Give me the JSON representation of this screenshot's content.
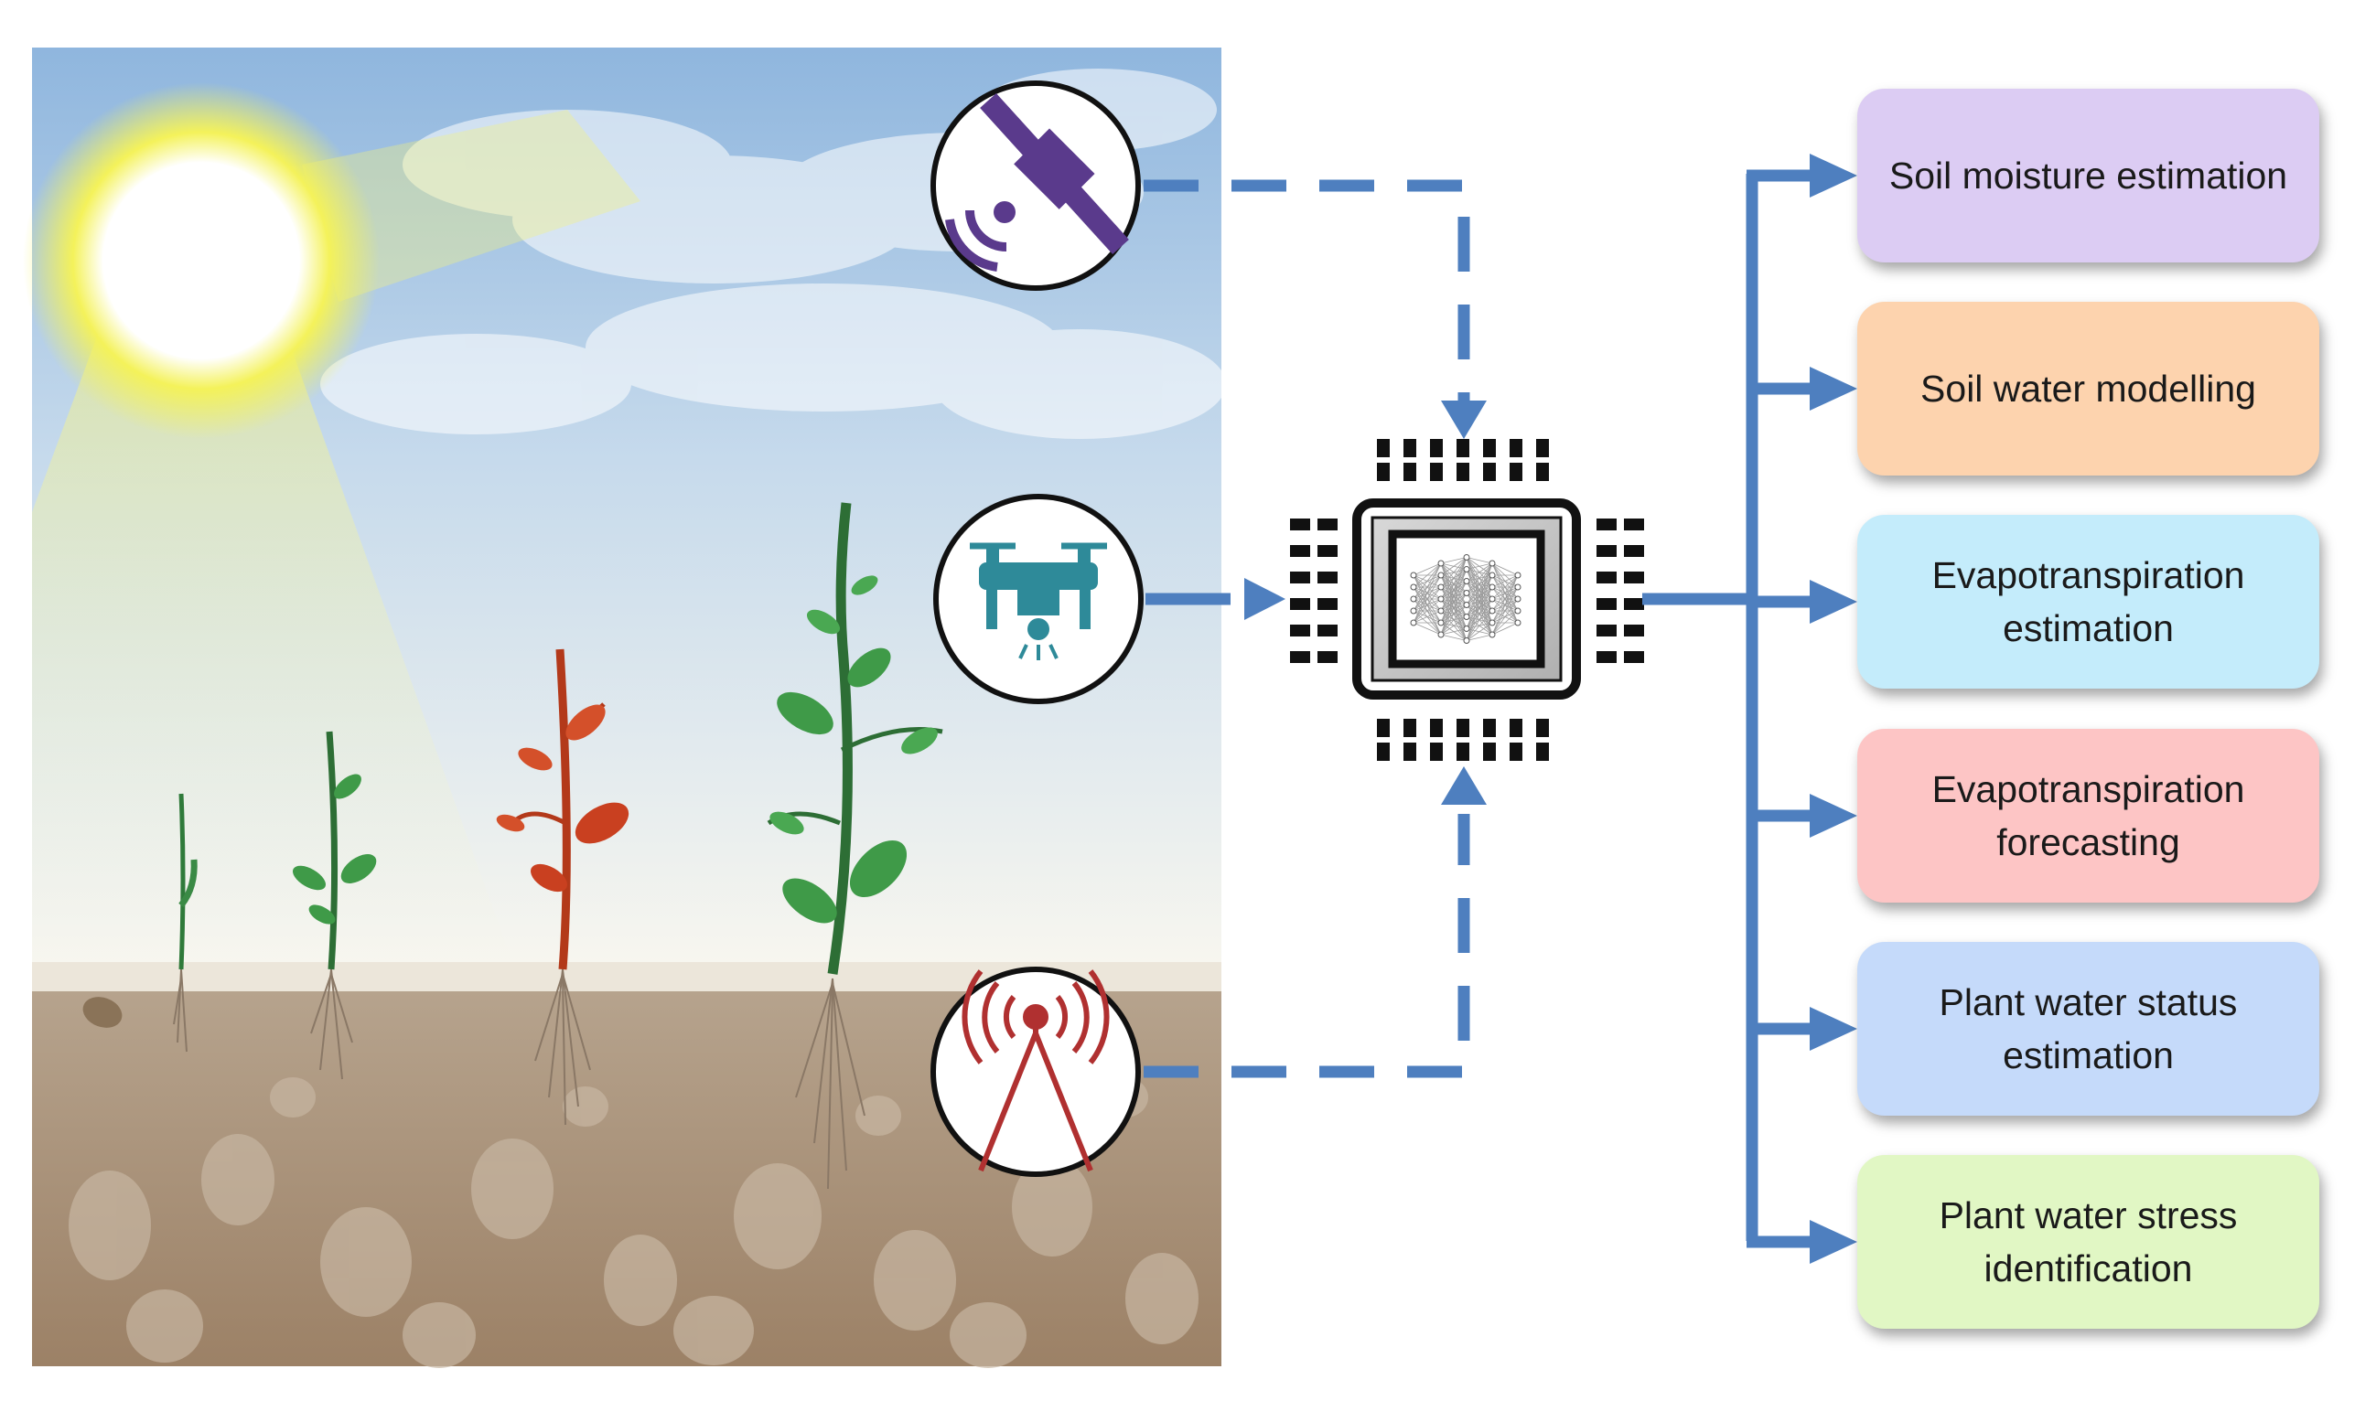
{
  "diagram": {
    "inputs": [
      {
        "icon": "satellite-icon",
        "color": "#5a3a8c"
      },
      {
        "icon": "drone-icon",
        "color": "#2e8a99"
      },
      {
        "icon": "radio-tower-icon",
        "color": "#b03030"
      }
    ],
    "processor_icon": "neural-network-chip-icon",
    "outputs": [
      {
        "label": "Soil moisture estimation",
        "color": "#dcccf1"
      },
      {
        "label": "Soil water modelling",
        "color": "#fbd3b0"
      },
      {
        "label": "Evapotranspiration estimation",
        "color": "#c6ecfa"
      },
      {
        "label": "Evapotranspiration forecasting",
        "color": "#fbc6c6"
      },
      {
        "label": "Plant water status estimation",
        "color": "#c6daf8"
      },
      {
        "label": "Plant water stress identification",
        "color": "#e2f7c6"
      }
    ],
    "arrow_color": "#4e7fbf"
  }
}
